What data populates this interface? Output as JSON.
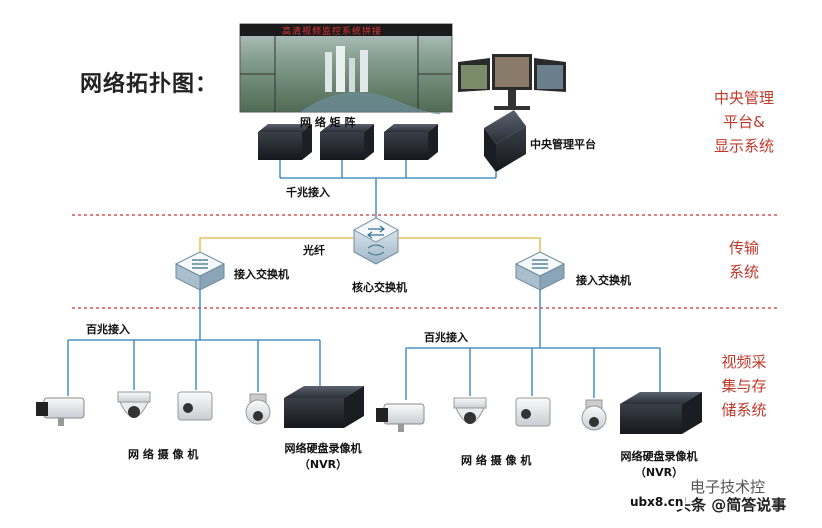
{
  "title": "网络拓扑图：",
  "video_wall_banner": "高清视频监控系统拼接",
  "labels": {
    "network_matrix": "网 络 矩 阵",
    "central_platform": "中央管理平台",
    "gigabit_access": "千兆接入",
    "fiber": "光纤",
    "core_switch": "核心交换机",
    "access_switch_left": "接入交换机",
    "access_switch_right": "接入交换机",
    "fast_ethernet_left": "百兆接入",
    "fast_ethernet_right": "百兆接入",
    "cameras_left": "网 络 摄 像 机",
    "cameras_right": "网 络 摄 像 机",
    "nvr_left_line1": "网络硬盘录像机",
    "nvr_left_line2": "（NVR）",
    "nvr_right_line1": "网络硬盘录像机",
    "nvr_right_line2": "（NVR）"
  },
  "sections": {
    "management": "中央管理\n平台&\n显示系统",
    "transmission": "传输\n系统",
    "capture": "视频采\n集与存\n储系统"
  },
  "watermark": {
    "line1": "电子技术控",
    "line2": "头条 @简答说事",
    "site": "ubx8.cn"
  },
  "colors": {
    "section_text": "#c0392b",
    "divider": "#cc3333",
    "wire_blue": "#2a7fb8",
    "wire_yellow": "#e6c35a",
    "device_dark": "#2b2f36"
  }
}
